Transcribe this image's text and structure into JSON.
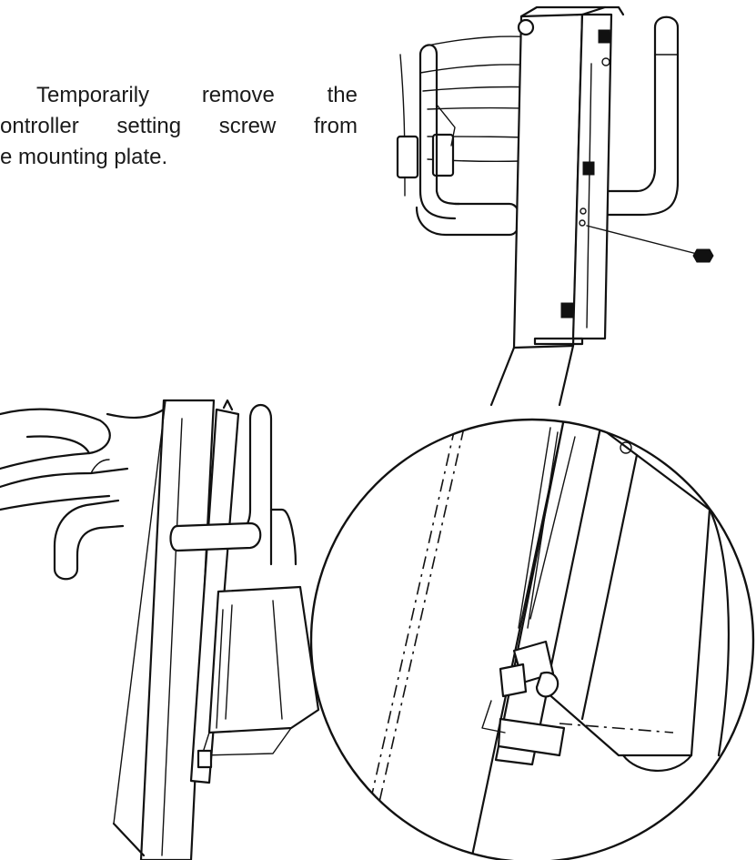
{
  "instruction": {
    "lines": [
      "Temporarily remove the",
      "ontroller setting screw from",
      "e mounting plate."
    ]
  }
}
